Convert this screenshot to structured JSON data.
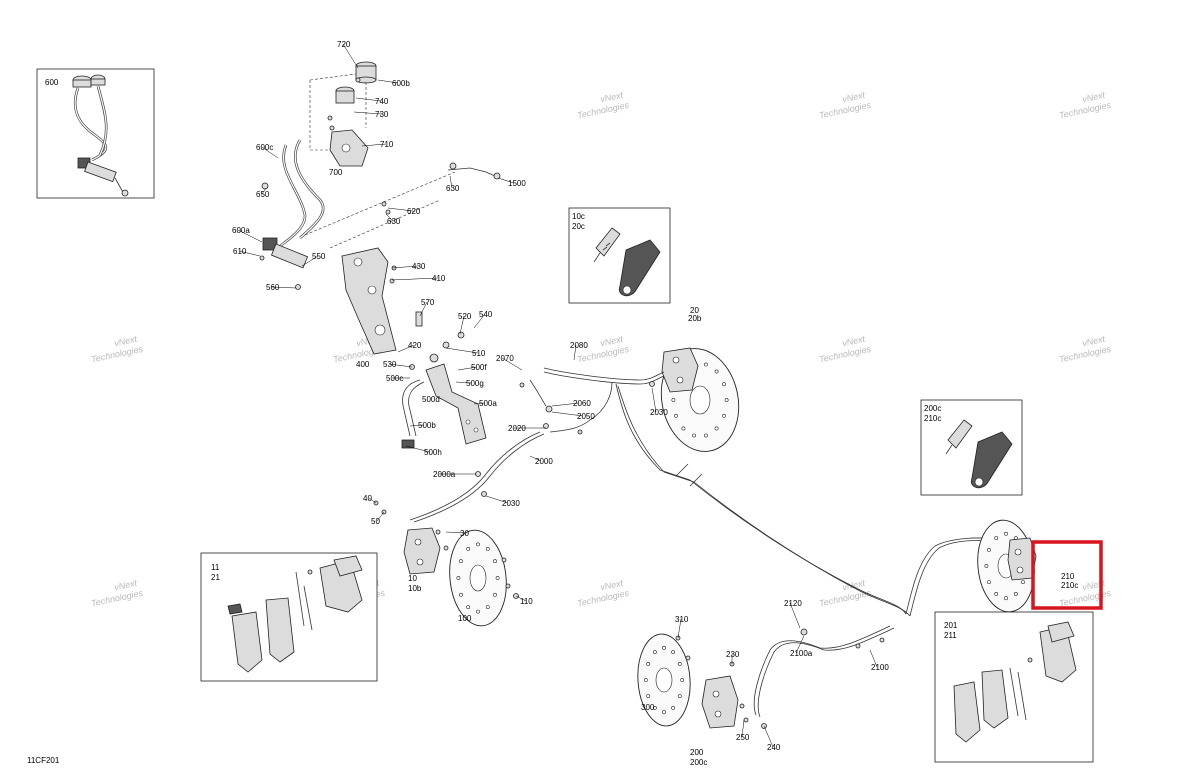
{
  "figure_code": "11CF201",
  "watermark": {
    "line1": "vNext",
    "line2": "Technologies"
  },
  "insets": {
    "master_cylinder": {
      "label": "600"
    },
    "bleeder_front": {
      "labels": [
        "10c",
        "20c"
      ]
    },
    "bleeder_rear": {
      "labels": [
        "200c",
        "210c"
      ]
    },
    "pads_front": {
      "labels": [
        "11",
        "21"
      ]
    },
    "pads_rear": {
      "labels": [
        "201",
        "211"
      ]
    }
  },
  "highlight": {
    "labels": [
      "210",
      "210c"
    ],
    "color": "#d9141d"
  },
  "callouts": [
    "720",
    "600b",
    "740",
    "730",
    "710",
    "700",
    "600c",
    "650",
    "630",
    "1500",
    "620",
    "630",
    "600a",
    "610",
    "550",
    "560",
    "430",
    "410",
    "570",
    "520",
    "540",
    "420",
    "510",
    "530",
    "400",
    "500f",
    "500c",
    "500g",
    "500d",
    "500a",
    "500b",
    "500h",
    "2070",
    "2080",
    "2060",
    "2050",
    "2020",
    "2030",
    "20",
    "20b",
    "2000",
    "2000a",
    "2030",
    "40",
    "50",
    "30",
    "10",
    "10b",
    "110",
    "100",
    "310",
    "230",
    "300",
    "250",
    "240",
    "200",
    "200c",
    "2120",
    "2100a",
    "2100"
  ]
}
